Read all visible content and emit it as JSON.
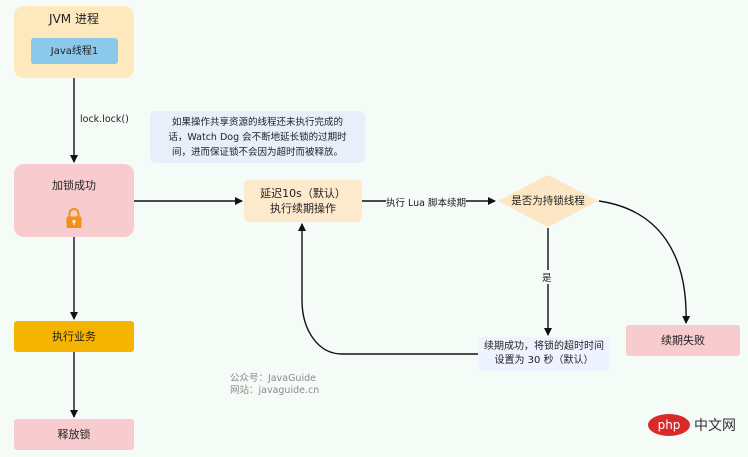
{
  "nodes": {
    "jvm": "JVM 进程",
    "thread": "Java线程1",
    "lock_success": "加锁成功",
    "do_business": "执行业务",
    "release_lock": "释放锁",
    "delay_line1": "延迟10s（默认）",
    "delay_line2": "执行续期操作",
    "is_holder": "是否为持锁线程",
    "renew_fail": "续期失败",
    "renew_ok_line1": "续期成功，将锁的超时时间",
    "renew_ok_line2": "设置为 30 秒（默认）"
  },
  "note": {
    "line1": "如果操作共享资源的线程还未执行完成的",
    "line2": "话，Watch Dog 会不断地延长锁的过期时",
    "line3": "间，进而保证锁不会因为超时而被释放。"
  },
  "edges": {
    "lock_call": "lock.lock()",
    "exec_lua": "执行 Lua 脚本续期",
    "yes": "是"
  },
  "watermark": {
    "line1": "公众号：JavaGuide",
    "line2": "网站：javaguide.cn"
  },
  "logo": {
    "php": "php",
    "cn": "中文网"
  },
  "colors": {
    "jvm_bg": "#fde9bd",
    "thread_bg": "#8cc8ea",
    "pink": "#f8cbcf",
    "yellow": "#f5b400",
    "delay_bg": "#fdeacc",
    "diamond": "#fde6c4",
    "logo_red": "#d92a2a"
  }
}
